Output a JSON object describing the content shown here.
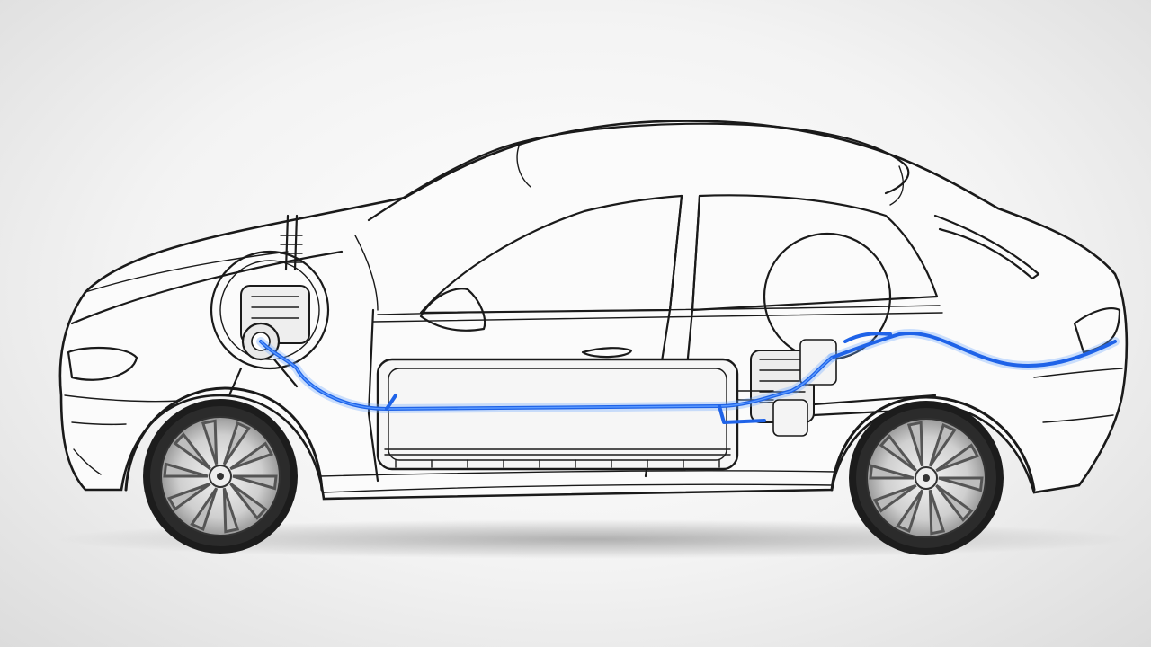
{
  "image": {
    "subject": "electric-sedan-cutaway",
    "style": "line-drawing",
    "colors": {
      "background": "#f3f3f3",
      "outline": "#1a1a1a",
      "cable": "#1f63e8",
      "cable_glow": "#6fa8ff",
      "tire": "#1c1c1c",
      "rim": "#d9d9d9"
    },
    "components": [
      {
        "name": "car-body",
        "icon": "car-outline"
      },
      {
        "name": "front-motor",
        "icon": "motor-icon"
      },
      {
        "name": "battery-pack",
        "icon": "battery-icon"
      },
      {
        "name": "rear-motor",
        "icon": "motor-icon"
      },
      {
        "name": "high-voltage-cable",
        "icon": "cable-icon"
      },
      {
        "name": "front-wheel",
        "icon": "wheel-icon"
      },
      {
        "name": "rear-wheel",
        "icon": "wheel-icon"
      }
    ]
  }
}
